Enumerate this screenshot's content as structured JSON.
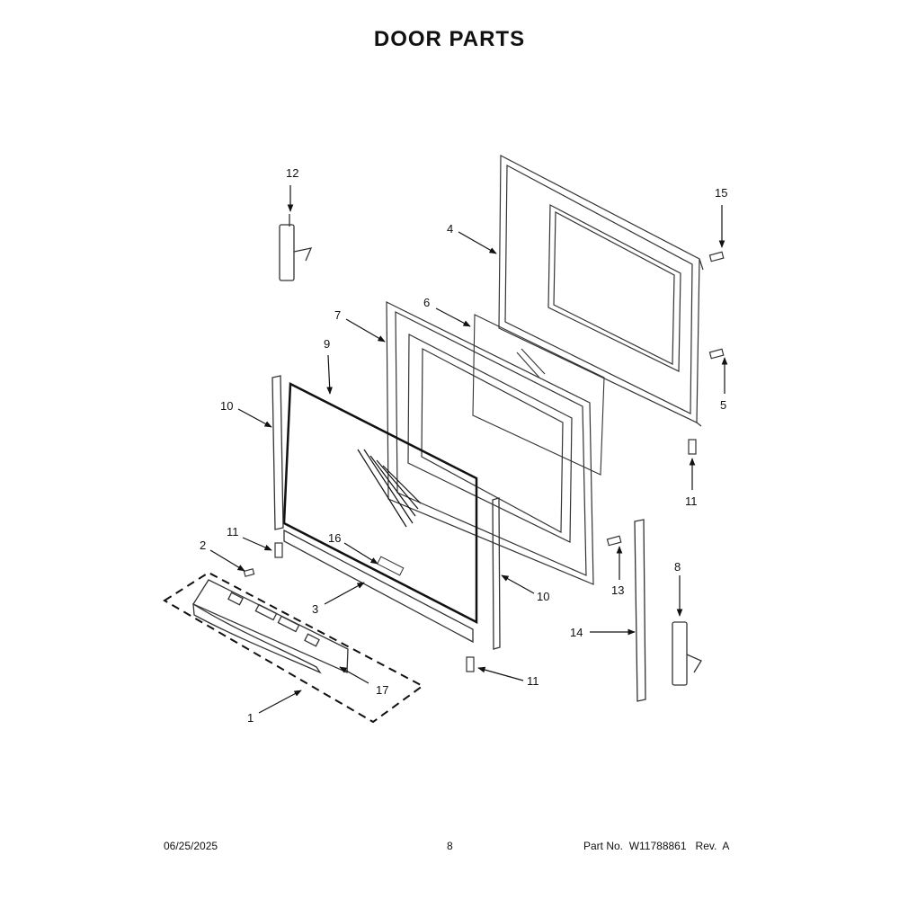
{
  "title": "DOOR PARTS",
  "footer": {
    "date": "06/25/2025",
    "page": "8",
    "part_label": "Part No.",
    "part_number": "W11788861",
    "rev_label": "Rev.",
    "rev": "A"
  },
  "callouts": [
    "12",
    "15",
    "4",
    "6",
    "7",
    "9",
    "10",
    "5",
    "11",
    "2",
    "16",
    "13",
    "8",
    "3",
    "10",
    "14",
    "17",
    "11",
    "1",
    "11"
  ],
  "diagram": {
    "line_color": "#333333",
    "arrow_color": "#111111"
  }
}
